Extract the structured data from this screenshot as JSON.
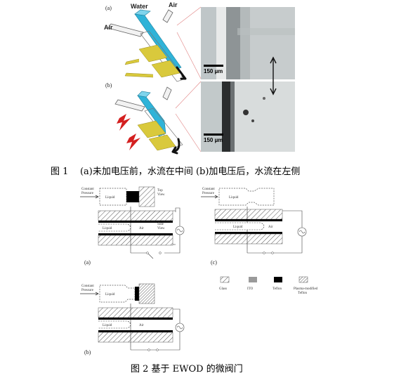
{
  "figure1": {
    "panel_a": "(a)",
    "panel_b": "(b)",
    "water": "Water",
    "air_top": "Air",
    "air_left": "Air",
    "scale_a": "150 µm",
    "scale_b": "150 µm",
    "caption_num": "图 1",
    "caption_text": "(a)未加电压前，水流在中间 (b)加电压后，水流在左侧"
  },
  "figure2": {
    "panel_a": "(a)",
    "panel_b": "(b)",
    "panel_c": "(c)",
    "constant_pressure_a": [
      "Constant",
      "Pressure"
    ],
    "constant_pressure_b": [
      "Constant",
      "Pressure"
    ],
    "constant_pressure_c": [
      "Constant",
      "Pressure"
    ],
    "liquid": "Liquid",
    "air": "Air",
    "top_view": [
      "Top",
      "View"
    ],
    "side_view": [
      "Side",
      "View"
    ],
    "legend": [
      {
        "label": "Glass",
        "label2": "",
        "pattern": "glass"
      },
      {
        "label": "ITO",
        "label2": "",
        "pattern": "ito"
      },
      {
        "label": "Teflon",
        "label2": "",
        "pattern": "teflon"
      },
      {
        "label": "Plasma-modified",
        "label2": "Teflon",
        "pattern": "plasma"
      }
    ],
    "caption": "图 2  基于 EWOD 的微阀门"
  },
  "colors": {
    "water": "#2fb3d8",
    "electrode": "#d9c93c",
    "teflon": "#000000",
    "ito": "#9a9a9a"
  }
}
